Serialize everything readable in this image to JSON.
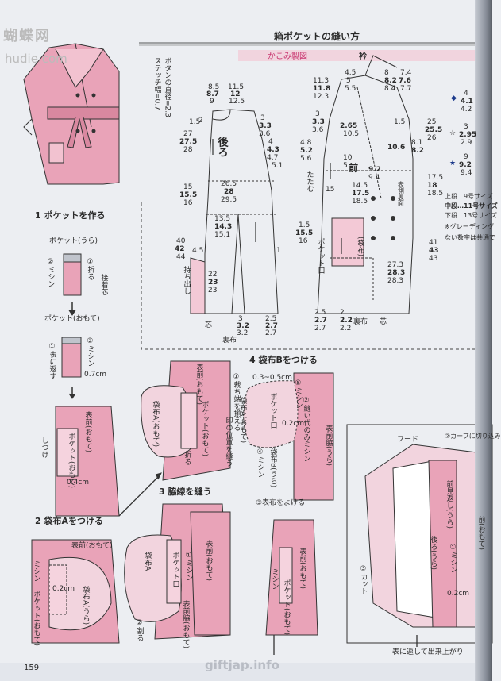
{
  "watermark_top": {
    "cn": "蝴蝶网",
    "url": "hudie.com"
  },
  "watermark_bottom": "giftjap.info",
  "page_number": "159",
  "header": {
    "title": "箱ポケットの縫い方"
  },
  "pattern": {
    "label_kakomi": "かこみ製図",
    "label_eri": "衿",
    "button_note": "ボタンの直径=2.3",
    "stitch_note": "ステッチ幅=0.7",
    "back_label": "後ろ",
    "front_label": "前",
    "mochidashi": "持ち出し",
    "tatamu": "たたむ",
    "pocket_mouth": "ポケット口",
    "fukuro": "(袋布)",
    "omote_ura": "表側裏面",
    "shin": "芯",
    "urafu": "裏布",
    "back_top": [
      "8.5",
      "8.7",
      "9",
      "11.5",
      "12",
      "12.5"
    ],
    "back_left": [
      "2",
      "27",
      "27.5",
      "28",
      "15",
      "15.5",
      "16",
      "40",
      "42",
      "44",
      "4.5"
    ],
    "back_mid": [
      "1.5",
      "26.5",
      "28",
      "29.5",
      "13.5",
      "14.3",
      "15.1",
      "22",
      "23",
      "23"
    ],
    "back_right": [
      "3",
      "3.3",
      "3.6",
      "4",
      "4.3",
      "4.7",
      "5.1",
      "1"
    ],
    "back_bottom": [
      "3",
      "3.2",
      "3.2",
      "2.5",
      "2.7",
      "2.7"
    ],
    "front_left": [
      "11.3",
      "11.8",
      "12.3",
      "3",
      "3.3",
      "3.6",
      "4.8",
      "5.2",
      "5.6",
      "1.5",
      "15.5",
      "16",
      "2.5",
      "2.7",
      "2.7"
    ],
    "front_mid": [
      "4.5",
      "5",
      "5.5",
      "2.65",
      "10.5",
      "10",
      "5",
      "17.5",
      "18.5",
      "14.5",
      "15",
      "2",
      "2.2",
      "2.2"
    ],
    "front_right": [
      "8",
      "8.2",
      "8.4",
      "7.4",
      "7.6",
      "7.7",
      "10.6",
      "8.1",
      "8.2",
      "9.2",
      "9.4",
      "27.3",
      "28.3",
      "28.3",
      "1.5"
    ],
    "front_far": [
      "25",
      "25.5",
      "26",
      "17.5",
      "18",
      "18.5",
      "41",
      "43",
      "43"
    ]
  },
  "legend": {
    "size_notes": [
      "上段…9号サイズ",
      "中段…11号サイズ",
      "下段…13号サイズ",
      "※グレーディング",
      "ない数字は共通で"
    ],
    "diamond": [
      "4",
      "4.1",
      "4.2"
    ],
    "star_open": [
      "3",
      "2.95",
      "2.9"
    ],
    "star_filled": [
      "9",
      "9.2",
      "9.4"
    ]
  },
  "steps": {
    "s1": {
      "title": "1 ポケットを作る",
      "pocket_ura": "ポケット(うら)",
      "mishin": "②ミシン",
      "oru": "①折る",
      "secchakushin": "接着芯",
      "pocket_omote": "ポケット(おもて)",
      "mishin2": "②ミシン",
      "omote_kaesu": "①表に返す",
      "dim1": "0.7cm",
      "mae_omote": "表前(おもて)",
      "pocket_omote2": "ポケット(おもて)",
      "shitsuke": "しつけ",
      "dim2": "0.4cm"
    },
    "s2": {
      "title": "2 袋布Aをつける",
      "mae_omote": "表前(おもて)",
      "mishin": "ミシン",
      "pocket_omote": "ポケット(おもて)",
      "fukuro_a": "袋布A(うら)",
      "dim": "0.2cm"
    },
    "s2b": {
      "mae_omote": "表前(おもて)",
      "fukuro_a": "袋布A(おもて)",
      "pocket_omote": "ポケット(おもて)",
      "oru": "折る"
    },
    "s3": {
      "title": "3 脇線を縫う",
      "fukuro_a": "袋布A",
      "mishin": "①ミシン",
      "pocket_kuchi": "ポケット口",
      "mae_omote": "表前(おもて)",
      "mae_wakimae": "表前脇(おもて)",
      "waru": "②割る"
    },
    "s4": {
      "title": "4 袋布Bをつける",
      "dim": "0.3~0.5cm",
      "step1": "①裁ち端を揃える",
      "step2": "②縫い代のみミシン",
      "fukuro_a": "袋布A(おもて)",
      "pocket_kuchi": "ポケット口",
      "shirushi": "印の位置を縫う",
      "mishin4": "④ミシン",
      "fukuro_b": "袋布B(うら)",
      "mishin5": "⑤ミシン",
      "mae_wakimae": "表前脇(うら)",
      "dim2": "0.2cm",
      "yokeru": "③表布をよける",
      "mishin_b": "ミシン",
      "pocket_omote": "ポケット(おもて)",
      "mae_omote": "表前(おもて)"
    },
    "final": {
      "hood": "フード",
      "curve": "②カーブに切り込み",
      "migoro": "前見返し(うら)",
      "ushiro": "後ろ(うら)",
      "mishin": "①ミシン",
      "cut": "③カット",
      "mae_omote": "前(おもて)",
      "dim": "0.2cm",
      "caption": "表に返して出来上がり"
    }
  }
}
